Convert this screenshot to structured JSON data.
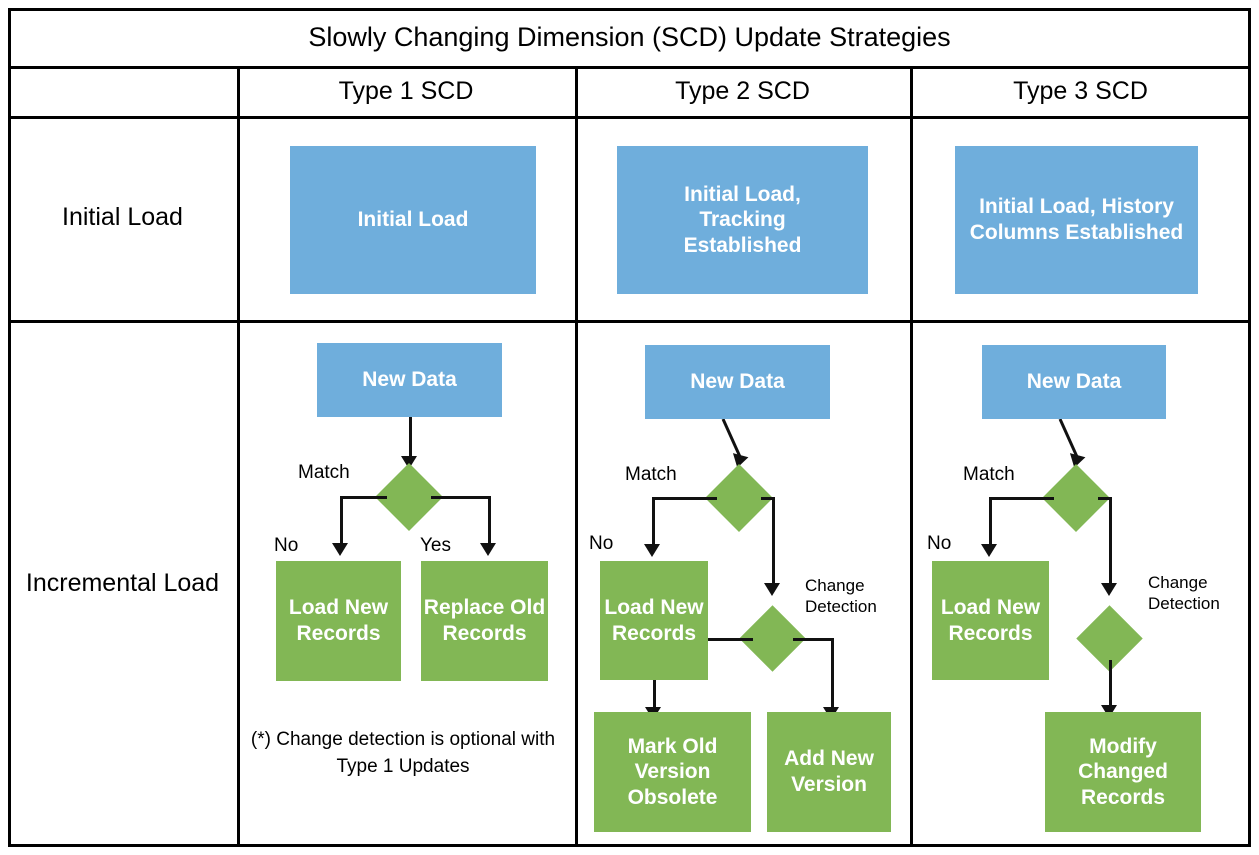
{
  "title": "Slowly Changing Dimension (SCD) Update Strategies",
  "colors": {
    "process_blue": "#6FAEDC",
    "action_green": "#82B755",
    "border": "#000000",
    "connector": "#111111"
  },
  "table": {
    "column_headers": [
      "",
      "Type 1 SCD",
      "Type 2 SCD",
      "Type 3 SCD"
    ],
    "row_headers": [
      "Initial Load",
      "Incremental Load"
    ]
  },
  "initial_load": {
    "type1": "Initial Load",
    "type2": "Initial Load, Tracking Established",
    "type3": "Initial Load, History Columns Established"
  },
  "incremental": {
    "type1": {
      "source": "New Data",
      "decision_label": "Match",
      "branch_no": "No",
      "branch_yes": "Yes",
      "action_no": "Load New Records",
      "action_yes": "Replace Old Records",
      "footnote": "(*) Change detection is optional with Type 1 Updates"
    },
    "type2": {
      "source": "New Data",
      "decision_label": "Match",
      "branch_no": "No",
      "second_decision_label": "Change Detection",
      "action_no": "Load New Records",
      "action_left": "Mark Old Version Obsolete",
      "action_right": "Add New Version"
    },
    "type3": {
      "source": "New Data",
      "decision_label": "Match",
      "branch_no": "No",
      "second_decision_label": "Change Detection",
      "action_no": "Load New Records",
      "action_result": "Modify Changed Records"
    }
  }
}
